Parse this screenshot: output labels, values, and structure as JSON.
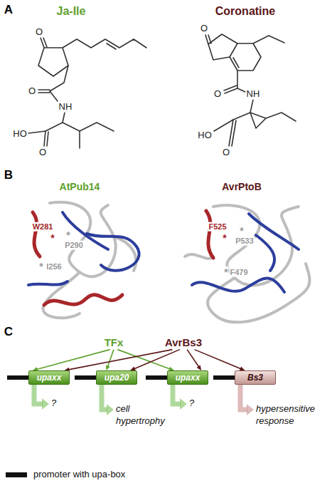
{
  "diagram": {
    "nodes": [
      {
        "text": [
          "TFx"
        ]
      },
      {
        "text": [
          "AvrBs3"
        ]
      },
      {
        "text": [
          "upaxx"
        ]
      },
      {
        "text": [
          "upa20"
        ]
      },
      {
        "text": [
          "upaxx"
        ]
      },
      {
        "text": [
          "Bs3"
        ]
      },
      {
        "text": [
          "?"
        ]
      },
      {
        "text": [
          "cell hypertrophy"
        ]
      },
      {
        "text": [
          "?"
        ]
      },
      {
        "text": [
          "hypersensitive response"
        ]
      }
    ],
    "edges": [
      {
        "from": 0,
        "to": 2,
        "arrow": "to"
      },
      {
        "from": 0,
        "to": 3,
        "arrow": "to"
      },
      {
        "from": 0,
        "to": 4,
        "arrow": "to"
      },
      {
        "from": 1,
        "to": 2,
        "arrow": "to"
      },
      {
        "from": 1,
        "to": 3,
        "arrow": "to"
      },
      {
        "from": 1,
        "to": 4,
        "arrow": "to"
      },
      {
        "from": 1,
        "to": 5,
        "arrow": "to"
      },
      {
        "from": 2,
        "to": 6,
        "arrow": "to"
      },
      {
        "from": 3,
        "to": 7,
        "arrow": "to"
      },
      {
        "from": 4,
        "to": 8,
        "arrow": "to"
      },
      {
        "from": 5,
        "to": 9,
        "arrow": "to"
      }
    ],
    "labels": [
      "A",
      "Ja-Ile",
      "Coronatine",
      "O",
      "O",
      "NH",
      "HO",
      "O",
      "O",
      "O",
      "NH",
      "HO",
      "O",
      "B",
      "AtPub14",
      "AvrPtoB",
      "W281",
      "*",
      "*",
      "P290",
      "*",
      "I256",
      "F525",
      "*",
      "*",
      "P533",
      "*",
      "F479",
      "C"
    ],
    "legend": [
      {
        "text": "promoter with upa-box",
        "color": "#111111"
      }
    ]
  }
}
